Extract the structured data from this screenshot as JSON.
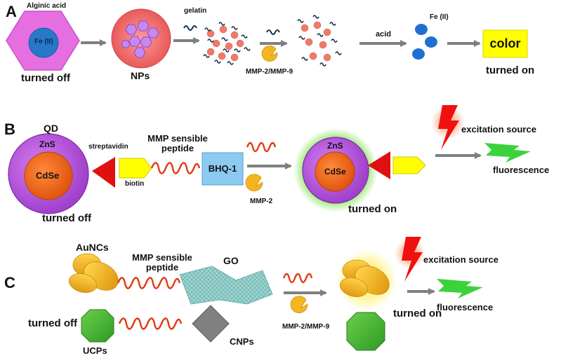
{
  "panels": {
    "a": {
      "letter": "A",
      "alginic_acid": "Alginic acid",
      "fe_inner": "Fe (II)",
      "turned_off": "turned off",
      "nps": "NPs",
      "gelatin": "gelatin",
      "mmp": "MMP-2/MMP-9",
      "acid": "acid",
      "fe_product": "Fe (II)",
      "color": "color",
      "turned_on": "turned on"
    },
    "b": {
      "letter": "B",
      "qd": "QD",
      "zns": "ZnS",
      "cdse": "CdSe",
      "streptavidin": "streptavidin",
      "biotin": "biotin",
      "peptide": "MMP sensible\npeptide",
      "bhq": "BHQ-1",
      "mmp": "MMP-2",
      "zns2": "ZnS",
      "cdse2": "CdSe",
      "turned_on": "turned on",
      "excitation": "excitation source",
      "fluorescence": "fluorescence",
      "turned_off": "turned off"
    },
    "c": {
      "letter": "C",
      "aunc": "AuNCs",
      "peptide": "MMP sensible\npeptide",
      "go": "GO",
      "turned_off": "turned off",
      "ucps": "UCPs",
      "cnps": "CNPs",
      "mmp": "MMP-2/MMP-9",
      "turned_on": "turned on",
      "excitation": "excitation source",
      "fluorescence": "fluorescence"
    }
  },
  "colors": {
    "hexagon": "#e56fe0",
    "fe_core": "#2878c8",
    "np_circle": "#f06a6a",
    "np_hex": "#c58af0",
    "arrow": "#7f7f7f",
    "strand": "#14324f",
    "bead": "#f07a6a",
    "enzyme": "#f5b520",
    "fe_dot": "#1f6fd0",
    "color_box": "#ffff00",
    "qd_shell": "#b34fd8",
    "qd_core": "#f06a1a",
    "streptavidin": "#e01010",
    "biotin": "#ffff00",
    "peptide": "#e23a12",
    "bhq": "#8ccaf0",
    "glow": "#6cd43a",
    "lightning_red": "#f01010",
    "lightning_green": "#3cd23c",
    "gold": "#f0b81e",
    "ucp": "#40b030",
    "cnp": "#808080",
    "go_sheet": "#7fc3c0"
  },
  "icons": [
    "hexagon-particle-icon",
    "nanoparticle-icon",
    "gelatin-strand-icon",
    "mmp-enzyme-icon",
    "lightning-icon",
    "quantum-dot-icon",
    "graphene-oxide-sheet-icon"
  ]
}
